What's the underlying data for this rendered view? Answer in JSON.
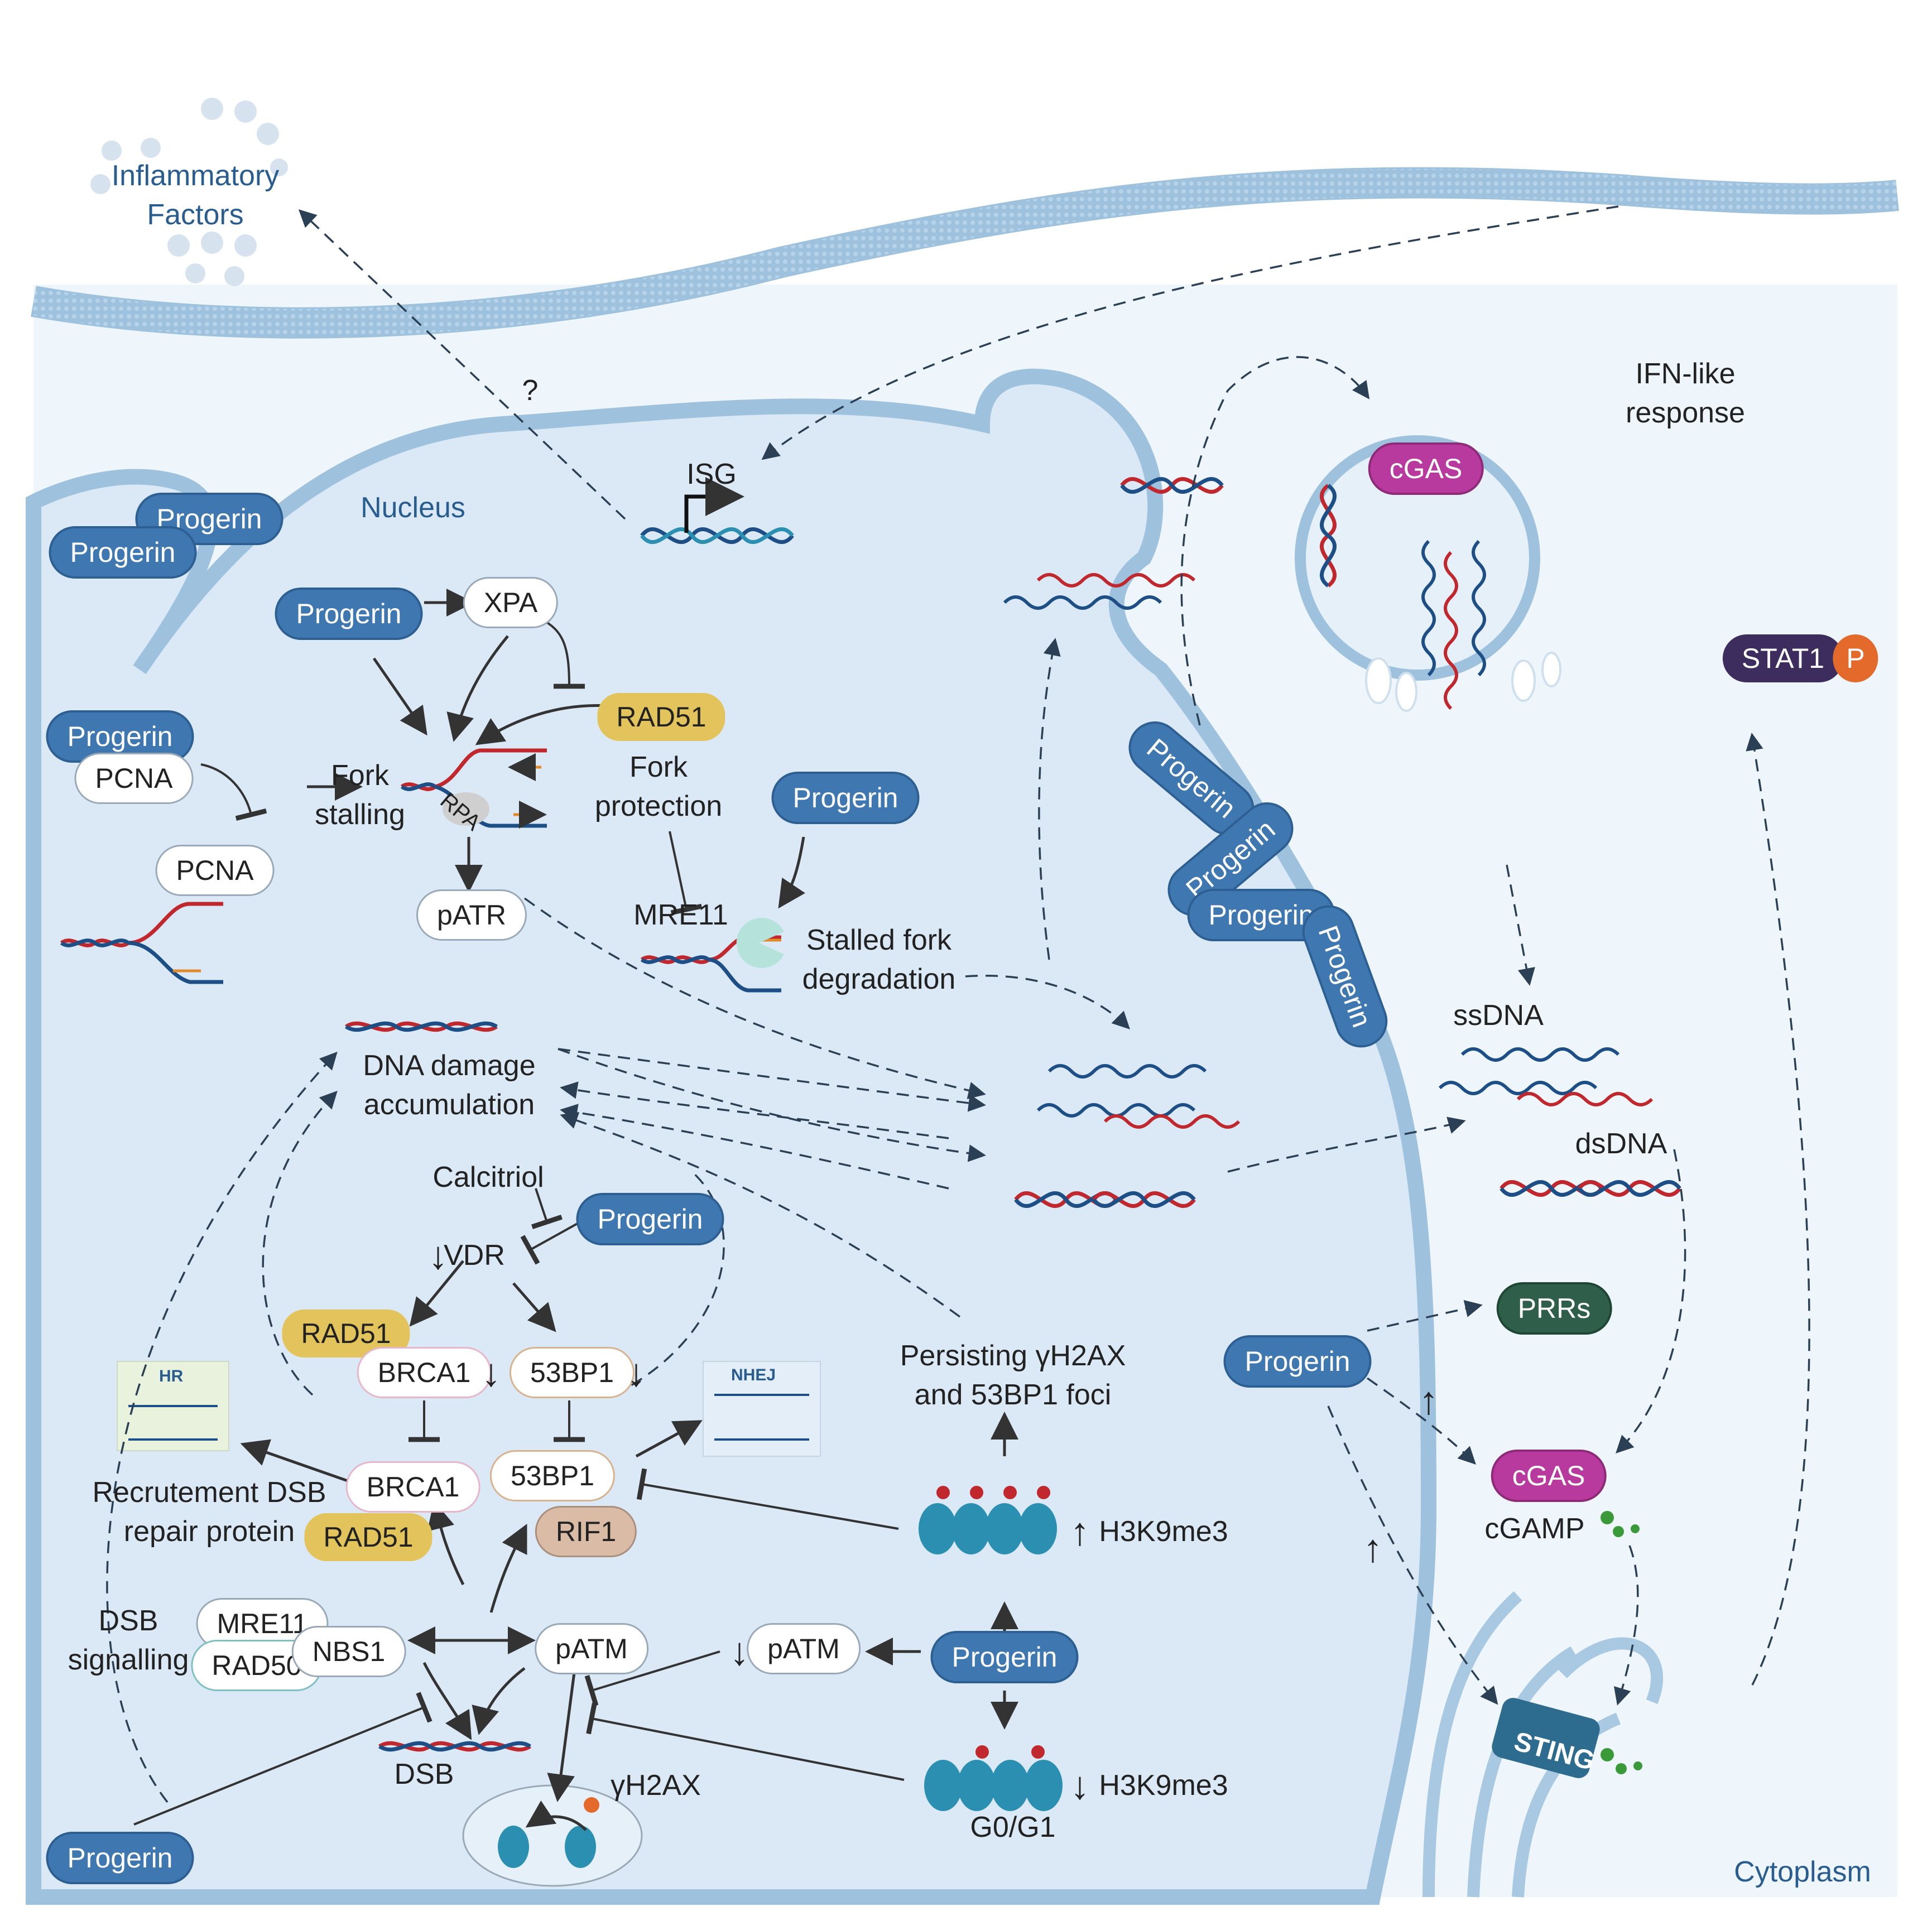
{
  "texts": {
    "inflammatory": "Inflammatory\nFactors",
    "question": "?",
    "isg": "ISG",
    "nucleus": "Nucleus",
    "ifn": "IFN-like\nresponse",
    "cytoplasm": "Cytoplasm",
    "xpa": "XPA",
    "rad51_top": "RAD51",
    "fork_protection": "Fork\nprotection",
    "fork_stalling": "Fork\nstalling",
    "rpa": "RPA",
    "pcna_top": "PCNA",
    "pcna_mid": "PCNA",
    "patr": "pATR",
    "mre11_top": "MRE11",
    "stalled_fork": "Stalled fork\ndegradation",
    "dna_damage": "DNA damage\naccumulation",
    "calcitriol": "Calcitriol",
    "vdr": "VDR",
    "rad51_mid": "RAD51",
    "brca1_a": "BRCA1",
    "bp53_a": "53BP1",
    "hr": "HR",
    "nhej": "NHEJ",
    "brca1_b": "BRCA1",
    "bp53_b": "53BP1",
    "rif1": "RIF1",
    "recrutement": "Recrutement DSB\nrepair protein",
    "rad51_low": "RAD51",
    "dsb_signalling": "DSB\nsignalling",
    "mre11_low": "MRE11",
    "rad50": "RAD50",
    "nbs1": "NBS1",
    "patm_a": "pATM",
    "patm_b": "pATM",
    "dsb": "DSB",
    "gh2ax": "γH2AX",
    "persisting": "Persisting γH2AX\nand 53BP1 foci",
    "h3k9_up": "H3K9me3",
    "h3k9_down": "H3K9me3",
    "g0g1": "G0/G1",
    "ssdna": "ssDNA",
    "dsdna": "dsDNA",
    "cgas_top": "cGAS",
    "cgas_low": "cGAS",
    "cgamp": "cGAMP",
    "prrs": "PRRs",
    "sting": "STING",
    "stat1": "STAT1",
    "p": "P",
    "progerin": "Progerin"
  },
  "colors": {
    "progerin": "#3f78b0",
    "membrane": "#9ec2de",
    "nucleus_fill": "#dbe9f6",
    "cytoplasm_fill": "#eef5fb",
    "dna_red": "#c0282d",
    "dna_blue": "#1d4f86",
    "cgas": "#b93a9e",
    "prrs": "#2f5f4b",
    "stat1": "#3c2d5e",
    "phospho": "#e46a2c",
    "gold": "#e3c35c"
  }
}
